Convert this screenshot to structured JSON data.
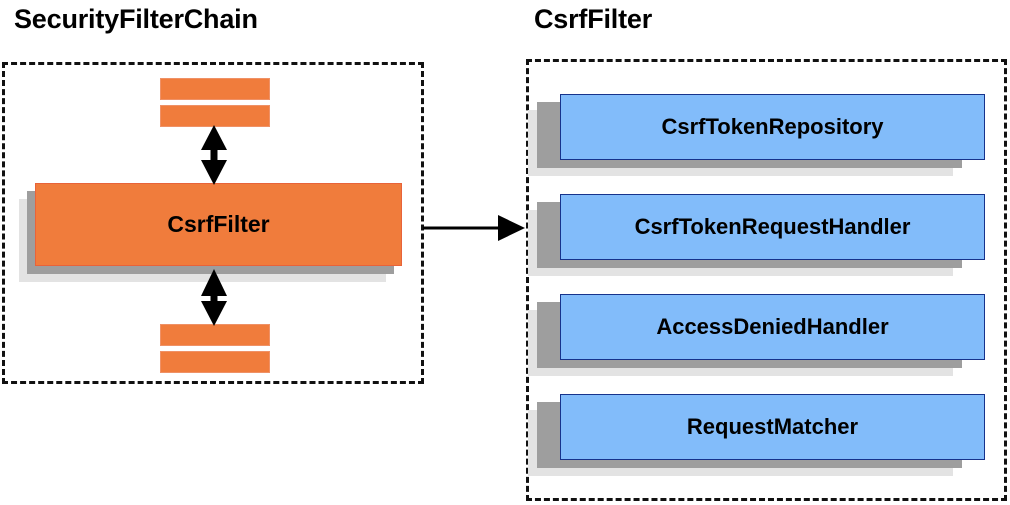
{
  "diagram": {
    "title_left": "SecurityFilterChain",
    "title_right": "CsrfFilter",
    "colors": {
      "orange_fill": "#f07c3c",
      "orange_border": "#ef9166",
      "blue_fill": "#82bcfa",
      "blue_border": "#17338c",
      "shadow_dark": "#9e9e9e",
      "shadow_light": "#e3e3e3",
      "panel_border": "#111111",
      "arrow": "#000000"
    }
  },
  "left_panel": {
    "title": "SecurityFilterChain",
    "filter_node": {
      "label": "CsrfFilter"
    },
    "bars_above": [
      "",
      ""
    ],
    "bars_below": [
      "",
      ""
    ],
    "arrow_up": {
      "type": "double-headed-vertical-arrow"
    },
    "arrow_down": {
      "type": "double-headed-vertical-arrow"
    }
  },
  "right_panel": {
    "title": "CsrfFilter",
    "collaborators": [
      {
        "label": "CsrfTokenRepository"
      },
      {
        "label": "CsrfTokenRequestHandler"
      },
      {
        "label": "AccessDeniedHandler"
      },
      {
        "label": "RequestMatcher"
      }
    ]
  },
  "connector": {
    "type": "single-headed-horizontal-arrow",
    "from": "SecurityFilterChain panel",
    "to": "CsrfFilter panel"
  }
}
